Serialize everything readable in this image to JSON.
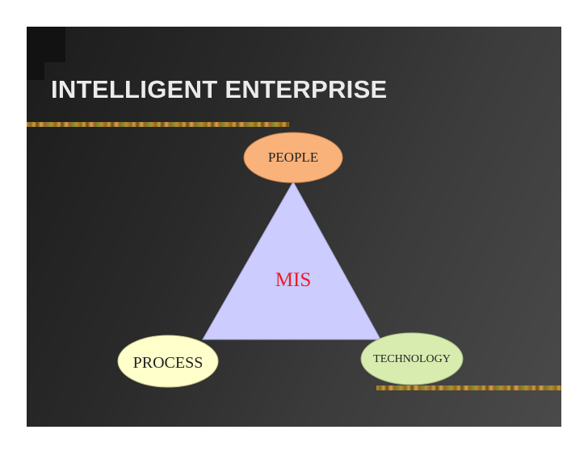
{
  "slide": {
    "title": "INTELLIGENT ENTERPRISE"
  },
  "diagram": {
    "center_label": "MIS",
    "nodes": {
      "people": "PEOPLE",
      "process": "PROCESS",
      "technology": "TECHNOLOGY"
    }
  },
  "colors": {
    "title_text": "#ebebeb",
    "triangle_fill": "#ccccff",
    "center_text": "#e8202a",
    "people_fill": "#f9b27a",
    "process_fill": "#ffffcc",
    "technology_fill": "#d8ecb0",
    "accent_gold": "#b8892a"
  }
}
